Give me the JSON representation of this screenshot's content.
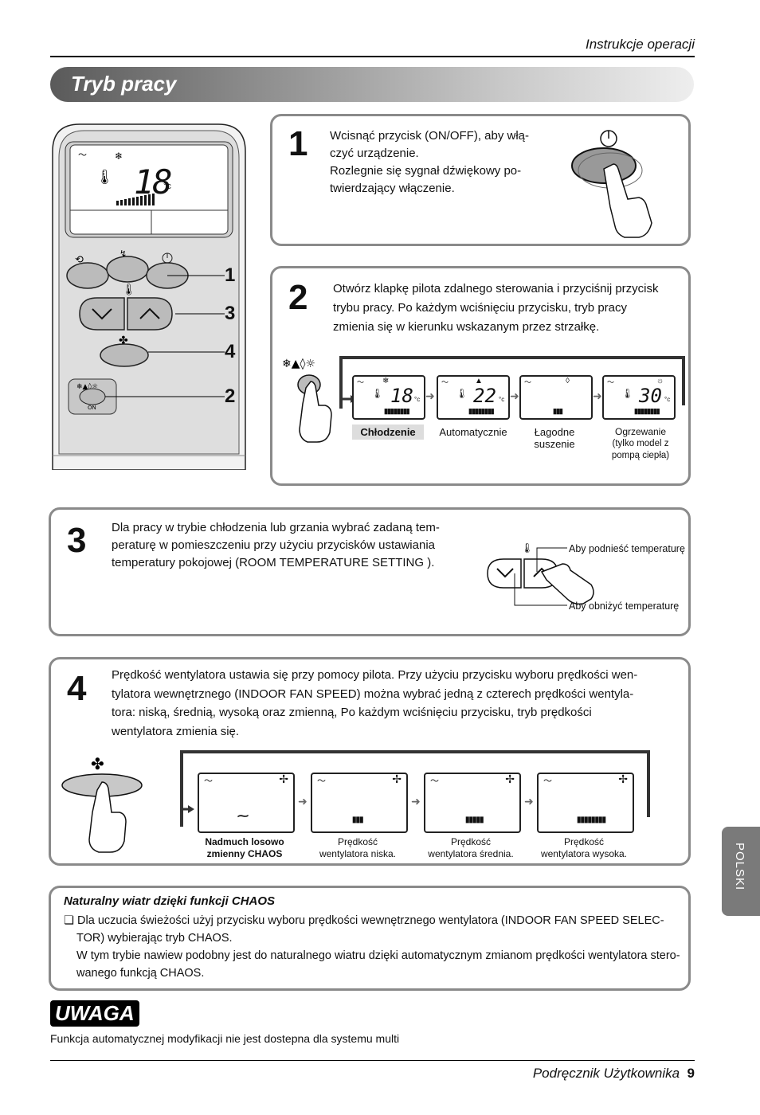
{
  "header": {
    "section": "Instrukcje operacji",
    "title": "Tryb pracy"
  },
  "remote": {
    "display_temp": "18",
    "unit": "°c",
    "callouts": [
      "1",
      "3",
      "4",
      "2"
    ],
    "on_label": "ON"
  },
  "step1": {
    "number": "1",
    "text": [
      "Wcisnąć przycisk (ON/OFF), aby włą-",
      "czyć urządzenie.",
      "Rozlegnie się sygnał dźwiękowy po-",
      "twierdzający włączenie."
    ]
  },
  "step2": {
    "number": "2",
    "text": [
      "Otwórz klapkę pilota zdalnego sterowania i przyciśnij przycisk",
      "trybu pracy. Po każdym wciśnięciu przycisku, tryb pracy",
      "zmienia się w kierunku wskazanym przez strzałkę."
    ],
    "modes": [
      {
        "label": "Chłodzenie",
        "sub": "",
        "temp": "18",
        "highlight": true
      },
      {
        "label": "Automatycznie",
        "sub": "",
        "temp": "22",
        "highlight": false
      },
      {
        "label": "Łagodne",
        "sub": "suszenie",
        "temp": "",
        "highlight": false
      },
      {
        "label": "Ogrzewanie",
        "sub": "(tylko model z pompą ciepła)",
        "temp": "30",
        "highlight": false
      }
    ]
  },
  "step3": {
    "number": "3",
    "text": [
      "Dla pracy w trybie chłodzenia lub grzania wybrać zadaną tem-",
      "peraturę w pomieszczeniu przy użyciu przycisków ustawiania",
      "temperatury pokojowej (ROOM TEMPERATURE SETTING )."
    ],
    "raise": "Aby podnieść temperaturę",
    "lower": "Aby obniżyć temperaturę"
  },
  "step4": {
    "number": "4",
    "text": [
      "Prędkość wentylatora ustawia się przy pomocy pilota. Przy użyciu przycisku wyboru prędkości wen-",
      "tylatora wewnętrznego (INDOOR FAN SPEED) można wybrać  jedną z czterech prędkości wentyla-",
      "tora: niską, średnią, wysoką oraz zmienną, Po każdym wciśnięciu przycisku, tryb prędkości",
      "wentylatora zmienia się."
    ],
    "speeds": [
      {
        "line1": "Nadmuch losowo",
        "line2": "zmienny CHAOS",
        "bold": true
      },
      {
        "line1": "Prędkość",
        "line2": "wentylatora niska.",
        "bold": false
      },
      {
        "line1": "Prędkość",
        "line2": "wentylatora średnia.",
        "bold": false
      },
      {
        "line1": "Prędkość",
        "line2": "wentylatora wysoka.",
        "bold": false
      }
    ]
  },
  "chaos": {
    "title": "Naturalny wiatr dzięki funkcji CHAOS",
    "lines": [
      "❏ Dla uczucia świeżości użyj przycisku wyboru prędkości wewnętrznego wentylatora (INDOOR FAN SPEED SELEC-",
      "TOR)  wybierając tryb CHAOS.",
      "W tym trybie nawiew podobny jest do naturalnego wiatru dzięki automatycznym zmianom prędkości wentylatora stero-",
      "wanego funkcją CHAOS."
    ]
  },
  "uwaga": {
    "label": "UWAGA",
    "text": "Funkcja automatycznej modyfikacji nie jest dostepna dla systemu multi"
  },
  "side_tab": "POLSKI",
  "footer": {
    "text": "Podręcznik Użytkownika",
    "page": "9"
  }
}
